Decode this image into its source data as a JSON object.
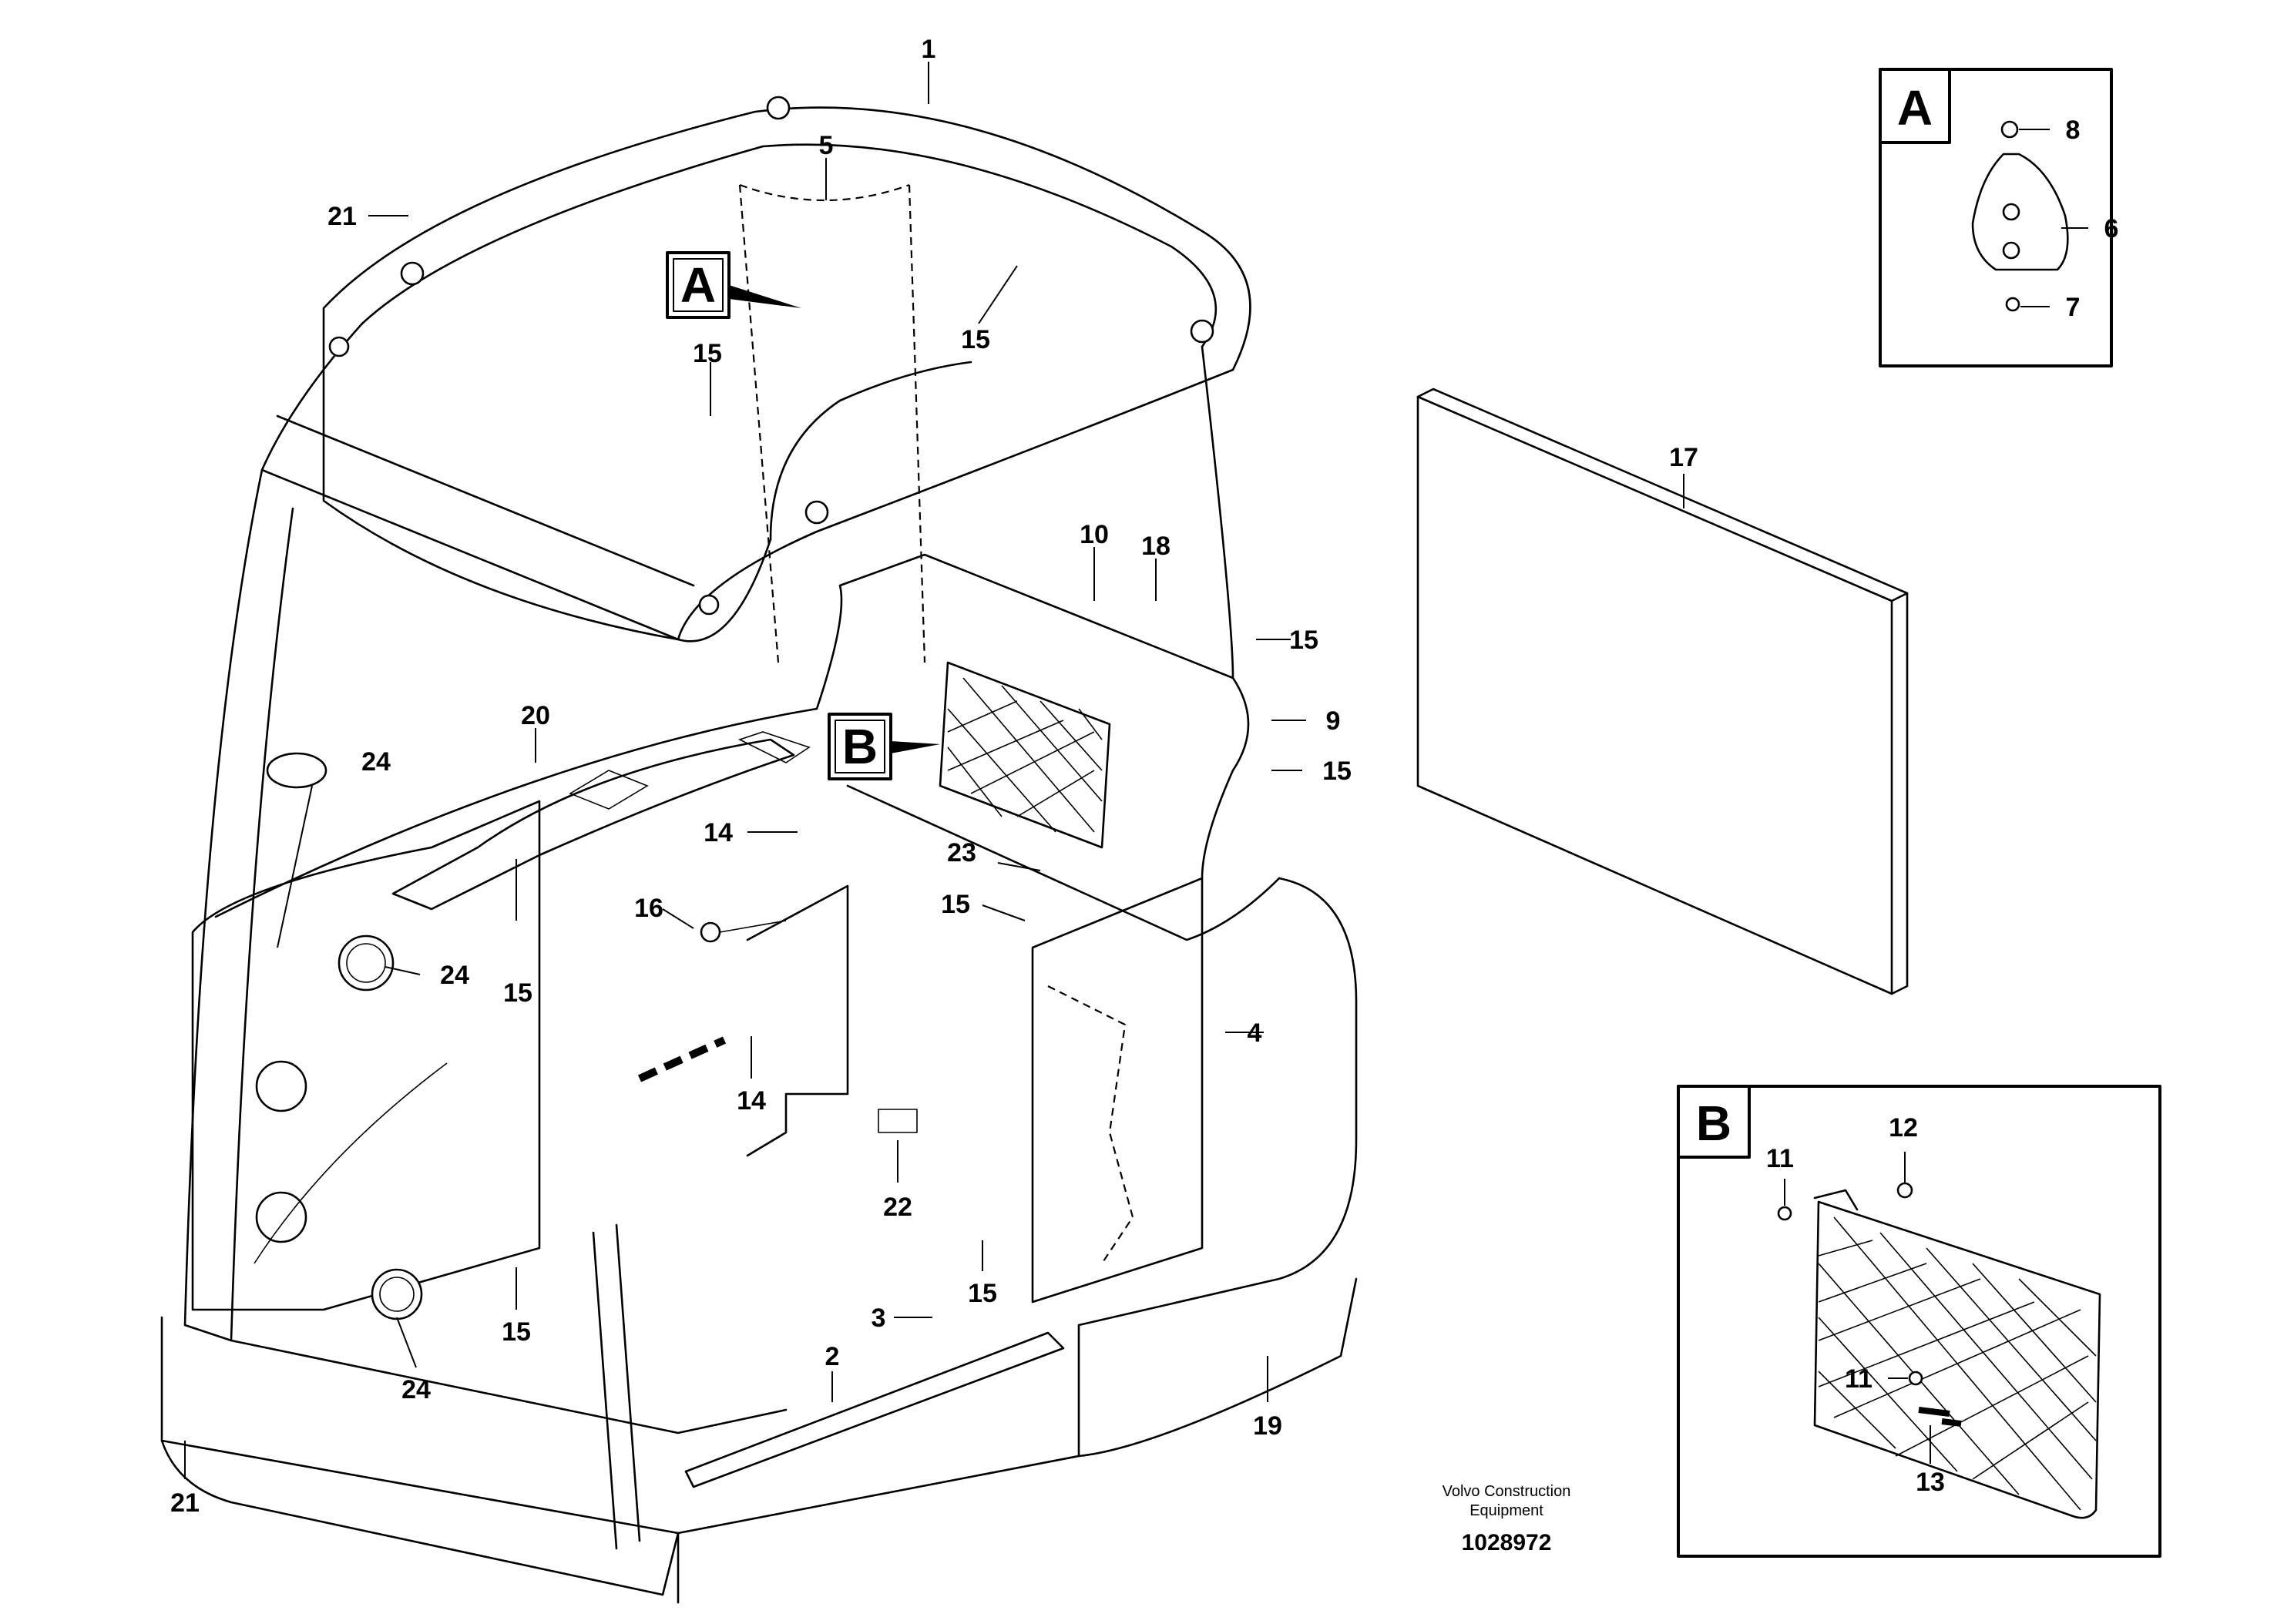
{
  "inset_a": {
    "letter": "A",
    "labels": [
      "8",
      "6",
      "7"
    ]
  },
  "inset_b": {
    "letter": "B",
    "labels": [
      "11",
      "12",
      "11",
      "13"
    ]
  },
  "flag_a": "A",
  "flag_b": "B",
  "callouts": [
    "1",
    "5",
    "21",
    "15",
    "15",
    "17",
    "10",
    "18",
    "15",
    "9",
    "20",
    "24",
    "15",
    "14",
    "23",
    "16",
    "15",
    "24",
    "15",
    "4",
    "14",
    "22",
    "15",
    "15",
    "3",
    "2",
    "24",
    "19",
    "21"
  ],
  "footer": {
    "brand_line1": "Volvo Construction",
    "brand_line2": "Equipment",
    "doc_number": "1028972"
  }
}
